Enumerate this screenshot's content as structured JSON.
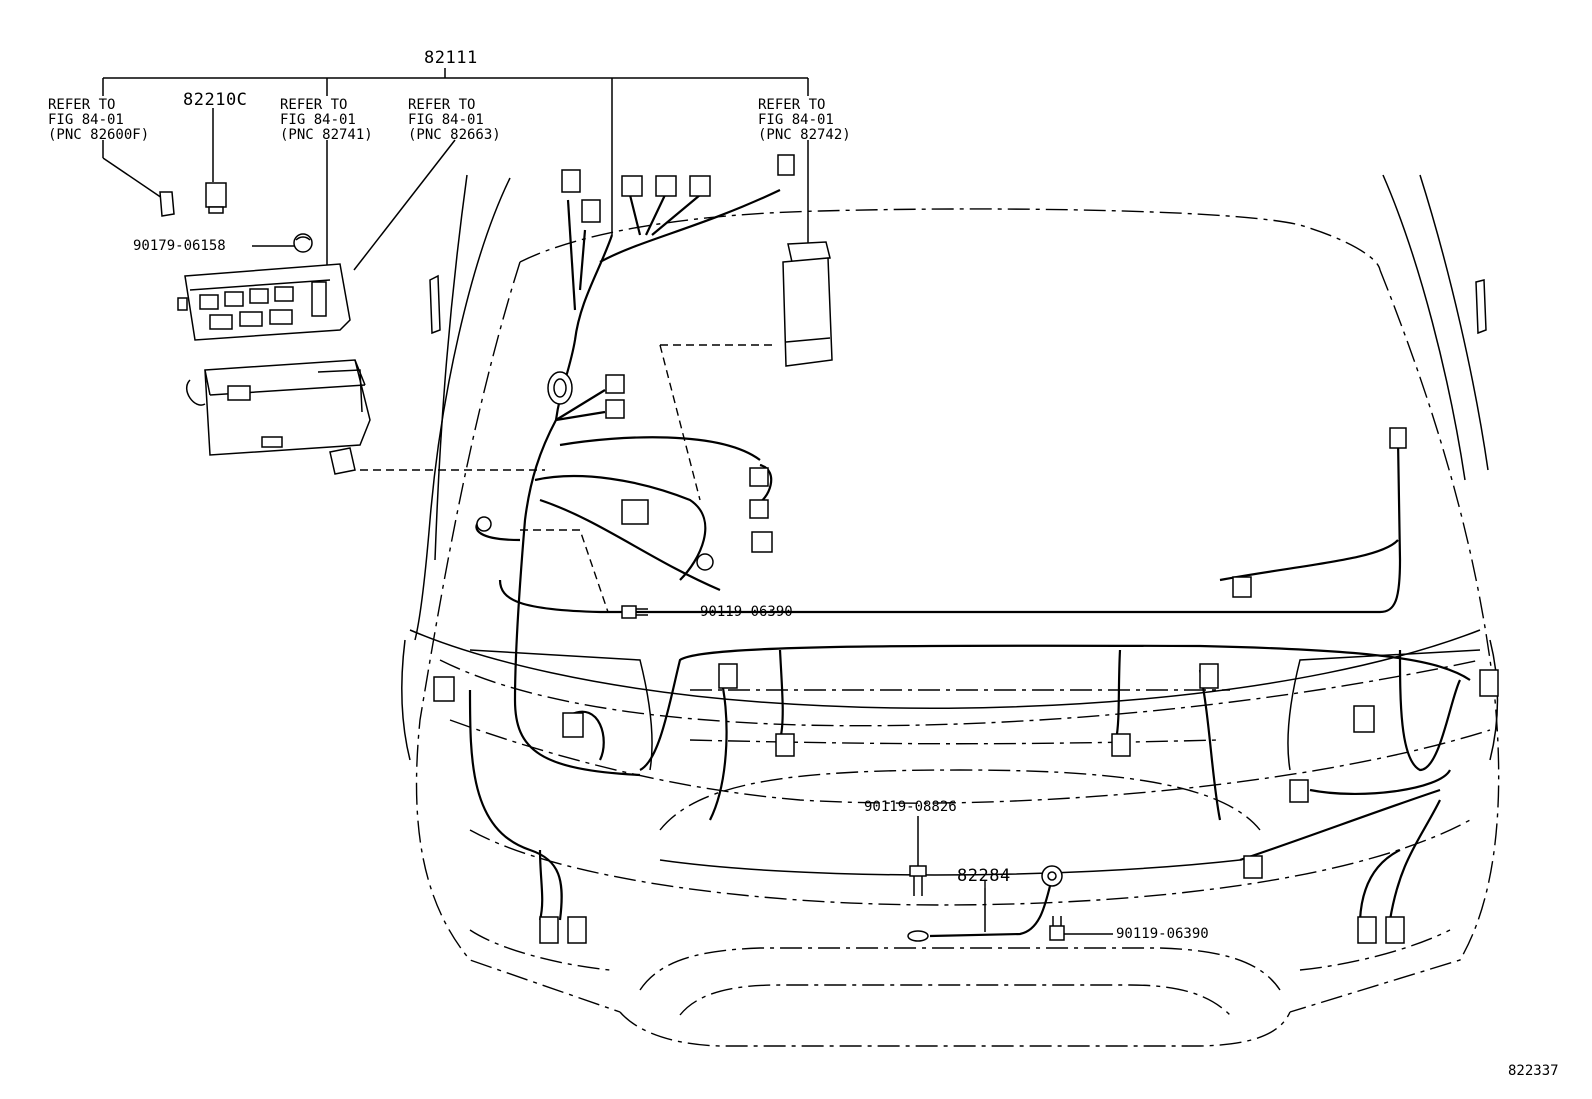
{
  "labels": {
    "main_harness": "82111",
    "relay": "82210C",
    "ref_left": [
      "REFER TO",
      "FIG 84-01",
      "(PNC 82600F)"
    ],
    "ref_junction": [
      "REFER TO",
      "FIG 84-01",
      "(PNC 82741)"
    ],
    "ref_box": [
      "REFER TO",
      "FIG 84-01",
      "(PNC 82663)"
    ],
    "ref_right": [
      "REFER TO",
      "FIG 84-01",
      "(PNC 82742)"
    ],
    "nut": "90179-06158",
    "bolt_middle": "90119-06390",
    "bolt_center": "90119-08826",
    "ground_wire": "82284",
    "bolt_bottom": "90119-06390",
    "figure_number": "822337"
  }
}
